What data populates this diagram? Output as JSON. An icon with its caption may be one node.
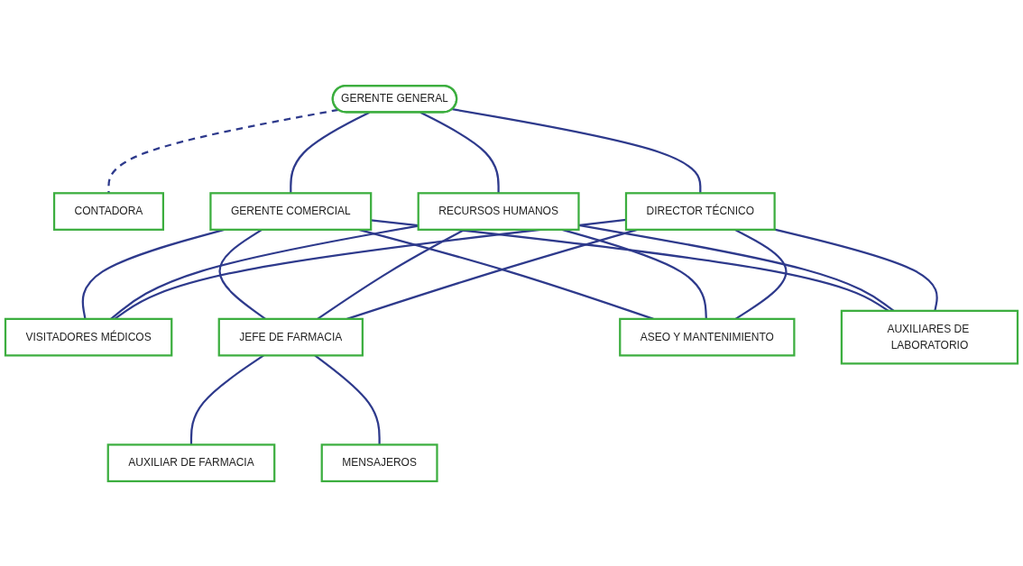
{
  "diagram": {
    "nodes": [
      {
        "text": [
          "GERENTE GENERAL"
        ]
      },
      {
        "text": [
          "CONTADORA"
        ]
      },
      {
        "text": [
          "GERENTE COMERCIAL"
        ]
      },
      {
        "text": [
          "RECURSOS HUMANOS"
        ]
      },
      {
        "text": [
          "DIRECTOR TÉCNICO"
        ]
      },
      {
        "text": [
          "VISITADORES MÉDICOS"
        ]
      },
      {
        "text": [
          "JEFE DE FARMACIA"
        ]
      },
      {
        "text": [
          "ASEO Y MANTENIMIENTO"
        ]
      },
      {
        "text": [
          "AUXILIARES DE LABORATORIO"
        ]
      },
      {
        "text": [
          "AUXILIAR DE FARMACIA"
        ]
      },
      {
        "text": [
          "MENSAJEROS"
        ]
      }
    ],
    "edges": [
      {
        "from": 0,
        "to": 1,
        "arrow": "none",
        "style": "dashed"
      },
      {
        "from": 0,
        "to": 2,
        "arrow": "none"
      },
      {
        "from": 0,
        "to": 3,
        "arrow": "none"
      },
      {
        "from": 0,
        "to": 4,
        "arrow": "none"
      },
      {
        "from": 2,
        "to": 5,
        "arrow": "none"
      },
      {
        "from": 2,
        "to": 6,
        "arrow": "none"
      },
      {
        "from": 2,
        "to": 7,
        "arrow": "none"
      },
      {
        "from": 2,
        "to": 8,
        "arrow": "none"
      },
      {
        "from": 3,
        "to": 5,
        "arrow": "none"
      },
      {
        "from": 3,
        "to": 6,
        "arrow": "none"
      },
      {
        "from": 3,
        "to": 7,
        "arrow": "none"
      },
      {
        "from": 3,
        "to": 8,
        "arrow": "none"
      },
      {
        "from": 4,
        "to": 5,
        "arrow": "none"
      },
      {
        "from": 4,
        "to": 6,
        "arrow": "none"
      },
      {
        "from": 4,
        "to": 7,
        "arrow": "none"
      },
      {
        "from": 4,
        "to": 8,
        "arrow": "none"
      },
      {
        "from": 6,
        "to": 9,
        "arrow": "none"
      },
      {
        "from": 6,
        "to": 10,
        "arrow": "none"
      }
    ]
  }
}
